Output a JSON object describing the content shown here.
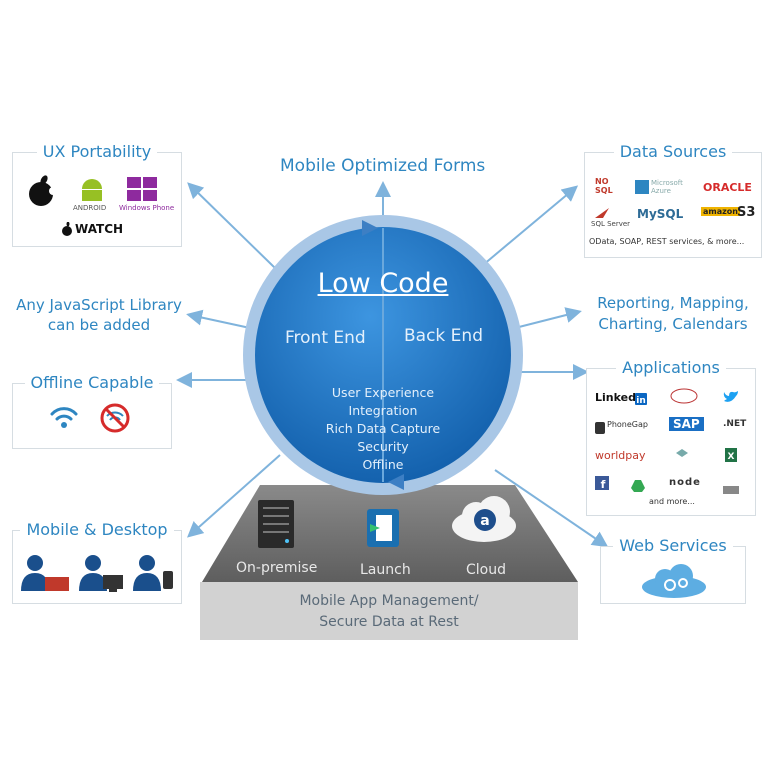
{
  "top_label": "Mobile Optimized Forms",
  "circle": {
    "title": "Low Code",
    "left": "Front End",
    "right": "Back End",
    "features": [
      "User Experience",
      "Integration",
      "Rich Data Capture",
      "Security",
      "Offline"
    ]
  },
  "platform": {
    "items": [
      "On-premise",
      "Launch",
      "Cloud"
    ],
    "base_line1": "Mobile App Management/",
    "base_line2": "Secure Data at Rest"
  },
  "left": {
    "ux": {
      "title": "UX Portability",
      "android": "ANDROID",
      "windows": "Windows Phone",
      "watch": "WATCH"
    },
    "js": {
      "line1": "Any JavaScript Library",
      "line2": "can be added"
    },
    "offline": {
      "title": "Offline Capable"
    },
    "mobile": {
      "title": "Mobile & Desktop"
    }
  },
  "right": {
    "data_sources": {
      "title": "Data Sources",
      "nosql": "NO SQL",
      "azure": "Microsoft Azure",
      "oracle": "ORACLE",
      "sqlserver": "SQL Server",
      "mysql": "MySQL",
      "amazon": "amazon",
      "s3": "S3",
      "footer": "OData, SOAP, REST services, & more..."
    },
    "reporting": {
      "line1": "Reporting, Mapping,",
      "line2": "Charting, Calendars"
    },
    "applications": {
      "title": "Applications",
      "linkedin": "Linked",
      "phonegap": "PhoneGap",
      "sap": "SAP",
      "worldpay": "worldpay",
      "node": "node",
      "net": ".NET",
      "more": "and more..."
    },
    "web_services": {
      "title": "Web Services"
    }
  },
  "colors": {
    "accent": "#2e86c1",
    "circle": "#1f6fc0",
    "platform": "#6b6b6b"
  }
}
